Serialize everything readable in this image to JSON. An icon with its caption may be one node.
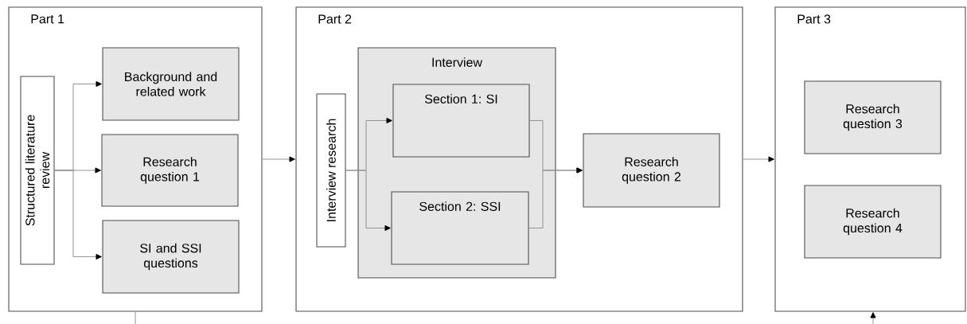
{
  "diagram": {
    "nodes": [
      {
        "text": [
          "Part 1"
        ]
      },
      {
        "text": [
          "Structured literature review"
        ],
        "in": 0
      },
      {
        "text": [
          "Background and related work"
        ],
        "in": 0
      },
      {
        "text": [
          "Research question 1"
        ],
        "in": 0
      },
      {
        "text": [
          "SI and SSI questions"
        ],
        "in": 0
      },
      {
        "text": [
          "Part 2"
        ]
      },
      {
        "text": [
          "Interview research"
        ],
        "in": 5
      },
      {
        "text": [
          "Interview"
        ],
        "in": 5
      },
      {
        "text": [
          "Section 1: SI"
        ],
        "in": 7
      },
      {
        "text": [
          "Section 2: SSI"
        ],
        "in": 7
      },
      {
        "text": [
          "Research question 2"
        ],
        "in": 5
      },
      {
        "text": [
          "Part 3"
        ]
      },
      {
        "text": [
          "Research question 3"
        ],
        "in": 11
      },
      {
        "text": [
          "Research question 4"
        ],
        "in": 11
      }
    ],
    "edges": [
      {
        "from": 1,
        "to": 2,
        "arrow": "to"
      },
      {
        "from": 1,
        "to": 3,
        "arrow": "to"
      },
      {
        "from": 1,
        "to": 4,
        "arrow": "to"
      },
      {
        "from": 0,
        "to": 5,
        "arrow": "to"
      },
      {
        "from": 6,
        "to": 8,
        "arrow": "to"
      },
      {
        "from": 6,
        "to": 9,
        "arrow": "to"
      },
      {
        "from": 8,
        "to": 10,
        "arrow": "to"
      },
      {
        "from": 9,
        "to": 10,
        "arrow": "to"
      },
      {
        "from": 5,
        "to": 11,
        "arrow": "to"
      },
      {
        "from": 0,
        "to": null,
        "arrow": "none"
      },
      {
        "from": null,
        "to": 11,
        "arrow": "to"
      }
    ]
  }
}
